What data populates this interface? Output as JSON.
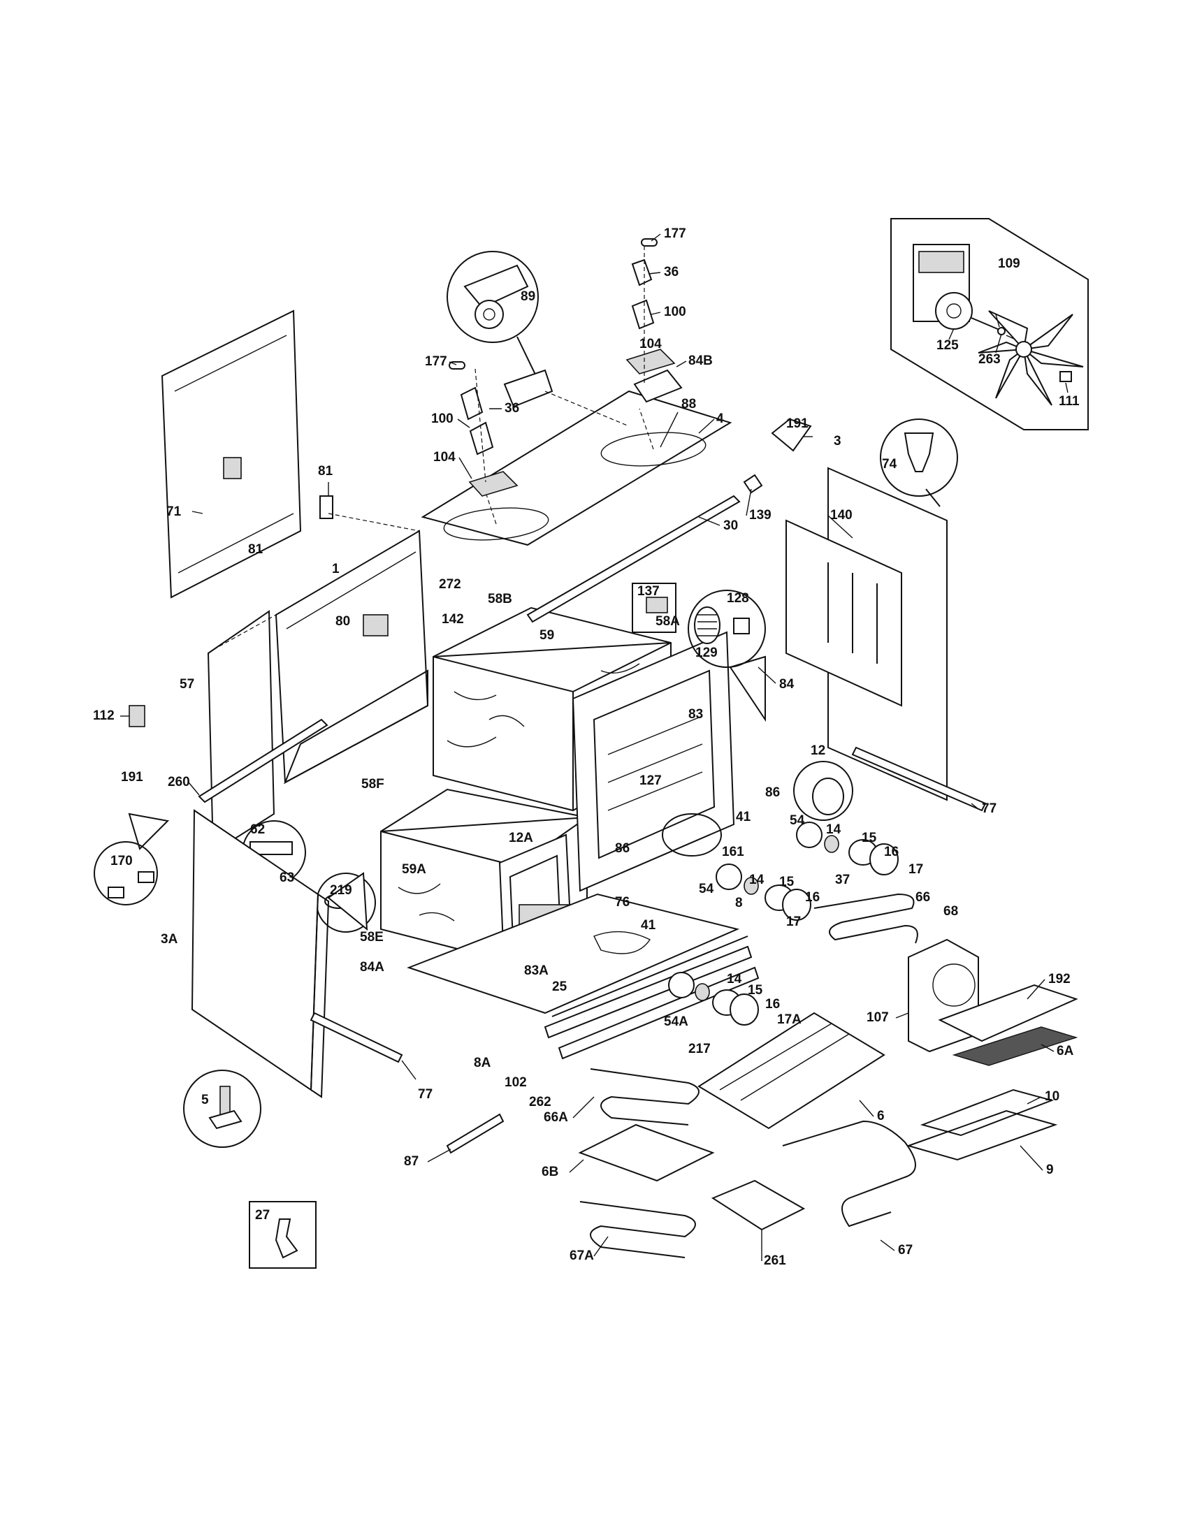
{
  "diagram": {
    "labels": [
      {
        "id": "177-top",
        "text": "177"
      },
      {
        "id": "36-top",
        "text": "36"
      },
      {
        "id": "100-top",
        "text": "100"
      },
      {
        "id": "104-top",
        "text": "104"
      },
      {
        "id": "84B",
        "text": "84B"
      },
      {
        "id": "89",
        "text": "89"
      },
      {
        "id": "177-left",
        "text": "177"
      },
      {
        "id": "36-left",
        "text": "36"
      },
      {
        "id": "100-left",
        "text": "100"
      },
      {
        "id": "104-left",
        "text": "104"
      },
      {
        "id": "88",
        "text": "88"
      },
      {
        "id": "4",
        "text": "4"
      },
      {
        "id": "109",
        "text": "109"
      },
      {
        "id": "125",
        "text": "125"
      },
      {
        "id": "263",
        "text": "263"
      },
      {
        "id": "111",
        "text": "111"
      },
      {
        "id": "191-top",
        "text": "191"
      },
      {
        "id": "3",
        "text": "3"
      },
      {
        "id": "74",
        "text": "74"
      },
      {
        "id": "139",
        "text": "139"
      },
      {
        "id": "30",
        "text": "30"
      },
      {
        "id": "140",
        "text": "140"
      },
      {
        "id": "71",
        "text": "71"
      },
      {
        "id": "81-top",
        "text": "81"
      },
      {
        "id": "81-mid",
        "text": "81"
      },
      {
        "id": "1",
        "text": "1"
      },
      {
        "id": "272",
        "text": "272"
      },
      {
        "id": "58B",
        "text": "58B"
      },
      {
        "id": "137",
        "text": "137"
      },
      {
        "id": "128",
        "text": "128"
      },
      {
        "id": "129",
        "text": "129"
      },
      {
        "id": "80",
        "text": "80"
      },
      {
        "id": "142",
        "text": "142"
      },
      {
        "id": "59",
        "text": "59"
      },
      {
        "id": "58A",
        "text": "58A"
      },
      {
        "id": "57",
        "text": "57"
      },
      {
        "id": "84",
        "text": "84"
      },
      {
        "id": "112",
        "text": "112"
      },
      {
        "id": "83",
        "text": "83"
      },
      {
        "id": "12",
        "text": "12"
      },
      {
        "id": "191-left",
        "text": "191"
      },
      {
        "id": "260",
        "text": "260"
      },
      {
        "id": "58F",
        "text": "58F"
      },
      {
        "id": "127",
        "text": "127"
      },
      {
        "id": "86-right",
        "text": "86"
      },
      {
        "id": "77-right",
        "text": "77"
      },
      {
        "id": "62",
        "text": "62"
      },
      {
        "id": "63",
        "text": "63"
      },
      {
        "id": "219",
        "text": "219"
      },
      {
        "id": "41-upper",
        "text": "41"
      },
      {
        "id": "54-upper",
        "text": "54"
      },
      {
        "id": "14-upper",
        "text": "14"
      },
      {
        "id": "15-upper",
        "text": "15"
      },
      {
        "id": "12A",
        "text": "12A"
      },
      {
        "id": "86-mid",
        "text": "86"
      },
      {
        "id": "161",
        "text": "161"
      },
      {
        "id": "16-upper",
        "text": "16"
      },
      {
        "id": "17-upper",
        "text": "17"
      },
      {
        "id": "170",
        "text": "170"
      },
      {
        "id": "59A",
        "text": "59A"
      },
      {
        "id": "37",
        "text": "37"
      },
      {
        "id": "54-mid",
        "text": "54"
      },
      {
        "id": "14-mid",
        "text": "14"
      },
      {
        "id": "15-mid",
        "text": "15"
      },
      {
        "id": "8",
        "text": "8"
      },
      {
        "id": "76",
        "text": "76"
      },
      {
        "id": "16-mid",
        "text": "16"
      },
      {
        "id": "66",
        "text": "66"
      },
      {
        "id": "68",
        "text": "68"
      },
      {
        "id": "17-mid",
        "text": "17"
      },
      {
        "id": "41-lower",
        "text": "41"
      },
      {
        "id": "3A",
        "text": "3A"
      },
      {
        "id": "58E",
        "text": "58E"
      },
      {
        "id": "84A",
        "text": "84A"
      },
      {
        "id": "83A",
        "text": "83A"
      },
      {
        "id": "25",
        "text": "25"
      },
      {
        "id": "14-lower",
        "text": "14"
      },
      {
        "id": "15-lower",
        "text": "15"
      },
      {
        "id": "16-lower",
        "text": "16"
      },
      {
        "id": "192",
        "text": "192"
      },
      {
        "id": "17A",
        "text": "17A"
      },
      {
        "id": "107",
        "text": "107"
      },
      {
        "id": "54A",
        "text": "54A"
      },
      {
        "id": "217",
        "text": "217"
      },
      {
        "id": "8A",
        "text": "8A"
      },
      {
        "id": "6A",
        "text": "6A"
      },
      {
        "id": "102",
        "text": "102"
      },
      {
        "id": "262",
        "text": "262"
      },
      {
        "id": "77-left",
        "text": "77"
      },
      {
        "id": "10",
        "text": "10"
      },
      {
        "id": "5",
        "text": "5"
      },
      {
        "id": "66A",
        "text": "66A"
      },
      {
        "id": "6",
        "text": "6"
      },
      {
        "id": "87",
        "text": "87"
      },
      {
        "id": "9",
        "text": "9"
      },
      {
        "id": "6B",
        "text": "6B"
      },
      {
        "id": "27",
        "text": "27"
      },
      {
        "id": "67A",
        "text": "67A"
      },
      {
        "id": "261",
        "text": "261"
      },
      {
        "id": "67",
        "text": "67"
      }
    ]
  }
}
